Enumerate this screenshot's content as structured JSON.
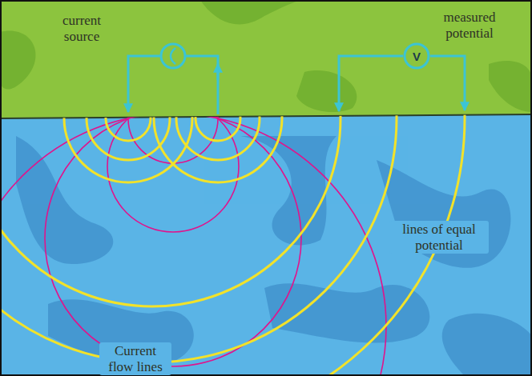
{
  "diagram": {
    "nodes": [
      {
        "text": [
          "V"
        ]
      }
    ],
    "labels": [
      "current source",
      "measured potential",
      "lines of equal potential",
      "Current flow lines"
    ]
  }
}
